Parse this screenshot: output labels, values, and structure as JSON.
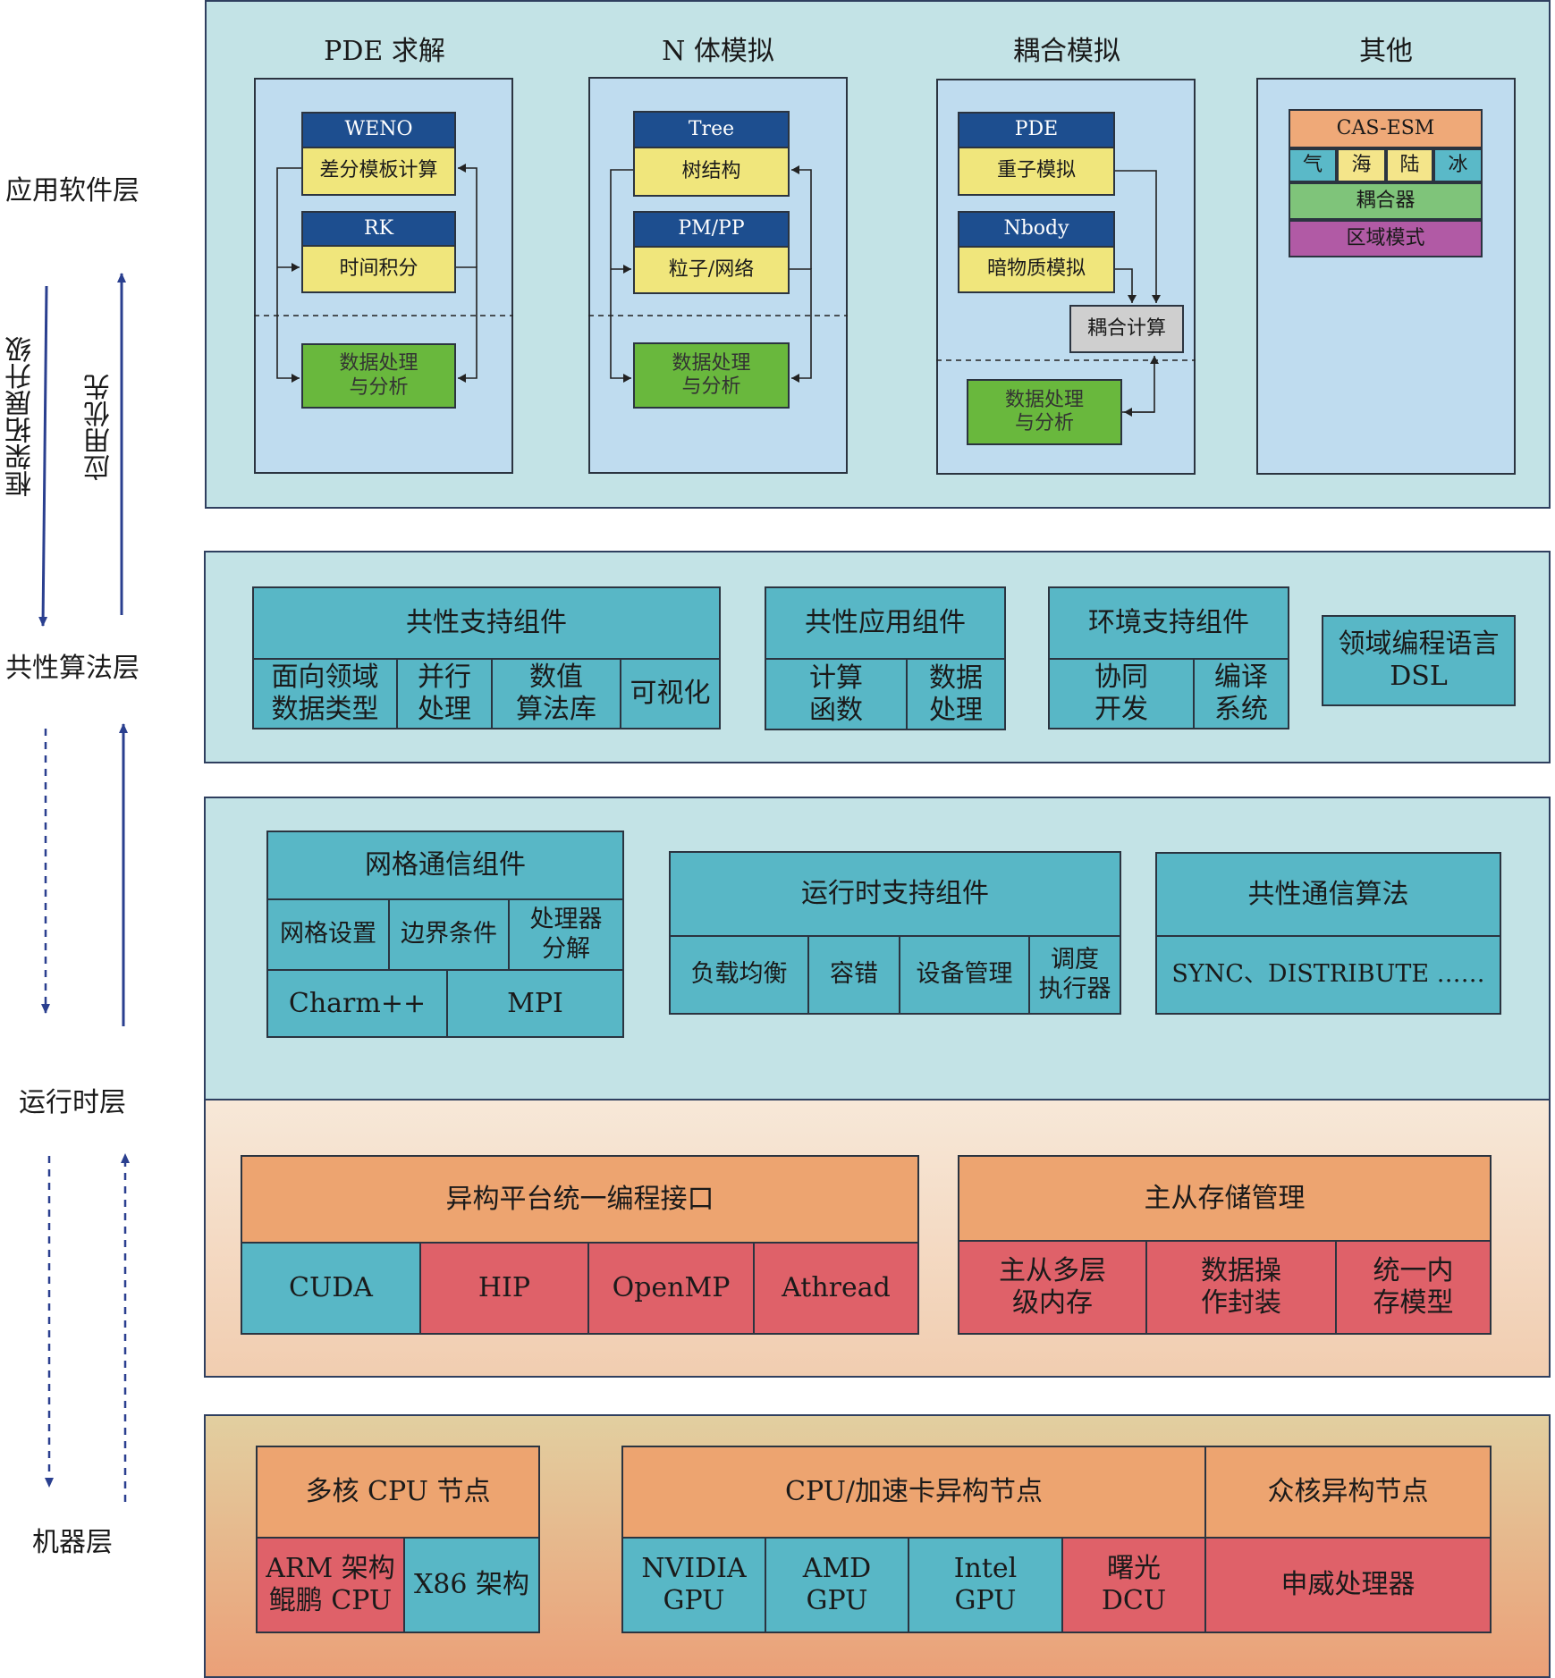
{
  "layers": {
    "app": "应用软件层",
    "alg": "共性算法层",
    "runtime": "运行时层",
    "machine": "机器层",
    "arrow_down_label": "框架拓展升级",
    "arrow_up_label": "应用优先"
  },
  "app": {
    "pde": {
      "title": "PDE 求解",
      "b1_head": "WENO",
      "b1_body": "差分模板计算",
      "b2_head": "RK",
      "b2_body": "时间积分",
      "data": "数据处理\n与分析"
    },
    "nbody": {
      "title": "N 体模拟",
      "b1_head": "Tree",
      "b1_body": "树结构",
      "b2_head": "PM/PP",
      "b2_body": "粒子/网络",
      "data": "数据处理\n与分析"
    },
    "coupled": {
      "title": "耦合模拟",
      "b1_head": "PDE",
      "b1_body": "重子模拟",
      "b2_head": "Nbody",
      "b2_body": "暗物质模拟",
      "couple": "耦合计算",
      "data": "数据处理\n与分析"
    },
    "other": {
      "title": "其他",
      "cas": "CAS-ESM",
      "cells": [
        "气",
        "海",
        "陆",
        "冰"
      ],
      "coupler": "耦合器",
      "region": "区域模式"
    }
  },
  "alg": {
    "common_support": {
      "title": "共性支持组件",
      "cells": [
        "面向领域\n数据类型",
        "并行\n处理",
        "数值\n算法库",
        "可视化"
      ]
    },
    "common_app": {
      "title": "共性应用组件",
      "cells": [
        "计算\n函数",
        "数据\n处理"
      ]
    },
    "env_support": {
      "title": "环境支持组件",
      "cells": [
        "协同\n开发",
        "编译\n系统"
      ]
    },
    "dsl": "领域编程语言\nDSL"
  },
  "runtime": {
    "mesh": {
      "title": "网格通信组件",
      "cells": [
        "网格设置",
        "边界条件",
        "处理器\n分解"
      ],
      "bottom": [
        "Charm++",
        "MPI"
      ]
    },
    "rts": {
      "title": "运行时支持组件",
      "cells": [
        "负载均衡",
        "容错",
        "设备管理",
        "调度\n执行器"
      ]
    },
    "comm": {
      "title": "共性通信算法",
      "body": "SYNC、DISTRIBUTE ……"
    }
  },
  "middle": {
    "unified": {
      "title": "异构平台统一编程接口",
      "cells": [
        "CUDA",
        "HIP",
        "OpenMP",
        "Athread"
      ]
    },
    "storage": {
      "title": "主从存储管理",
      "cells": [
        "主从多层\n级内存",
        "数据操\n作封装",
        "统一内\n存模型"
      ]
    }
  },
  "machine": {
    "cpu": {
      "title": "多核 CPU 节点",
      "cells": [
        "ARM 架构\n鲲鹏 CPU",
        "X86 架构"
      ]
    },
    "hetero": {
      "title": "CPU/加速卡异构节点",
      "cells": [
        "NVIDIA\nGPU",
        "AMD\nGPU",
        "Intel\nGPU",
        "曙光\nDCU"
      ]
    },
    "manycore": {
      "title": "众核异构节点",
      "cell": "申威处理器"
    }
  },
  "colors": {
    "teal": "#58b7c6",
    "orange": "#eda470",
    "red": "#df6169",
    "navy": "#1d4e8f",
    "yellow": "#f0e67c",
    "green": "#69b83d",
    "arrow": "#2a3f8f"
  }
}
